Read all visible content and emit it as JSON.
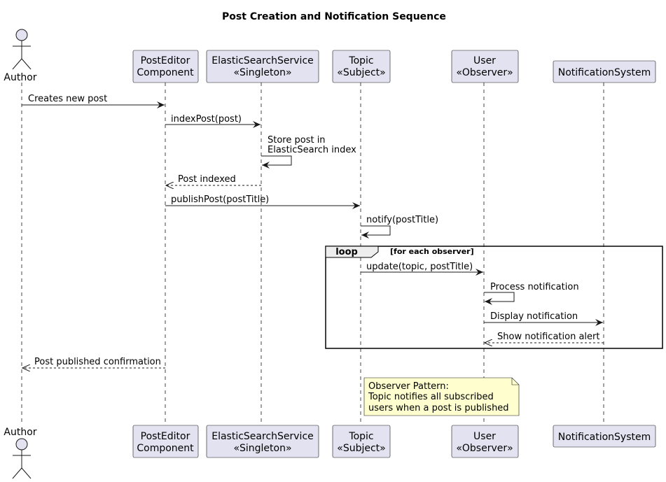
{
  "title": "Post Creation and Notification Sequence",
  "actor": {
    "label": "Author"
  },
  "participants": {
    "editor": {
      "line1": "PostEditor",
      "line2": "Component"
    },
    "search": {
      "line1": "ElasticSearchService",
      "line2": "«Singleton»"
    },
    "topic": {
      "line1": "Topic",
      "line2": "«Subject»"
    },
    "user": {
      "line1": "User",
      "line2": "«Observer»"
    },
    "notify": {
      "line1": "NotificationSystem",
      "line2": ""
    }
  },
  "messages": {
    "m1": "Creates new post",
    "m2": "indexPost(post)",
    "m3_line1": "Store post in",
    "m3_line2": "ElasticSearch index",
    "m4": "Post indexed",
    "m5": "publishPost(postTitle)",
    "m6": "notify(postTitle)",
    "m7": "update(topic, postTitle)",
    "m8": "Process notification",
    "m9": "Display notification",
    "m10": "Show notification alert",
    "m11": "Post published confirmation"
  },
  "loop": {
    "keyword": "loop",
    "condition": "[for each observer]"
  },
  "note": {
    "line1": "Observer Pattern:",
    "line2": "Topic notifies all subscribed",
    "line3": "users when a post is published"
  },
  "colors": {
    "participant_fill": "#e2e2f0",
    "participant_border": "#181818",
    "note_fill": "#fefece",
    "loop_tab_fill": "#eeeeee",
    "lifeline": "#181818"
  }
}
